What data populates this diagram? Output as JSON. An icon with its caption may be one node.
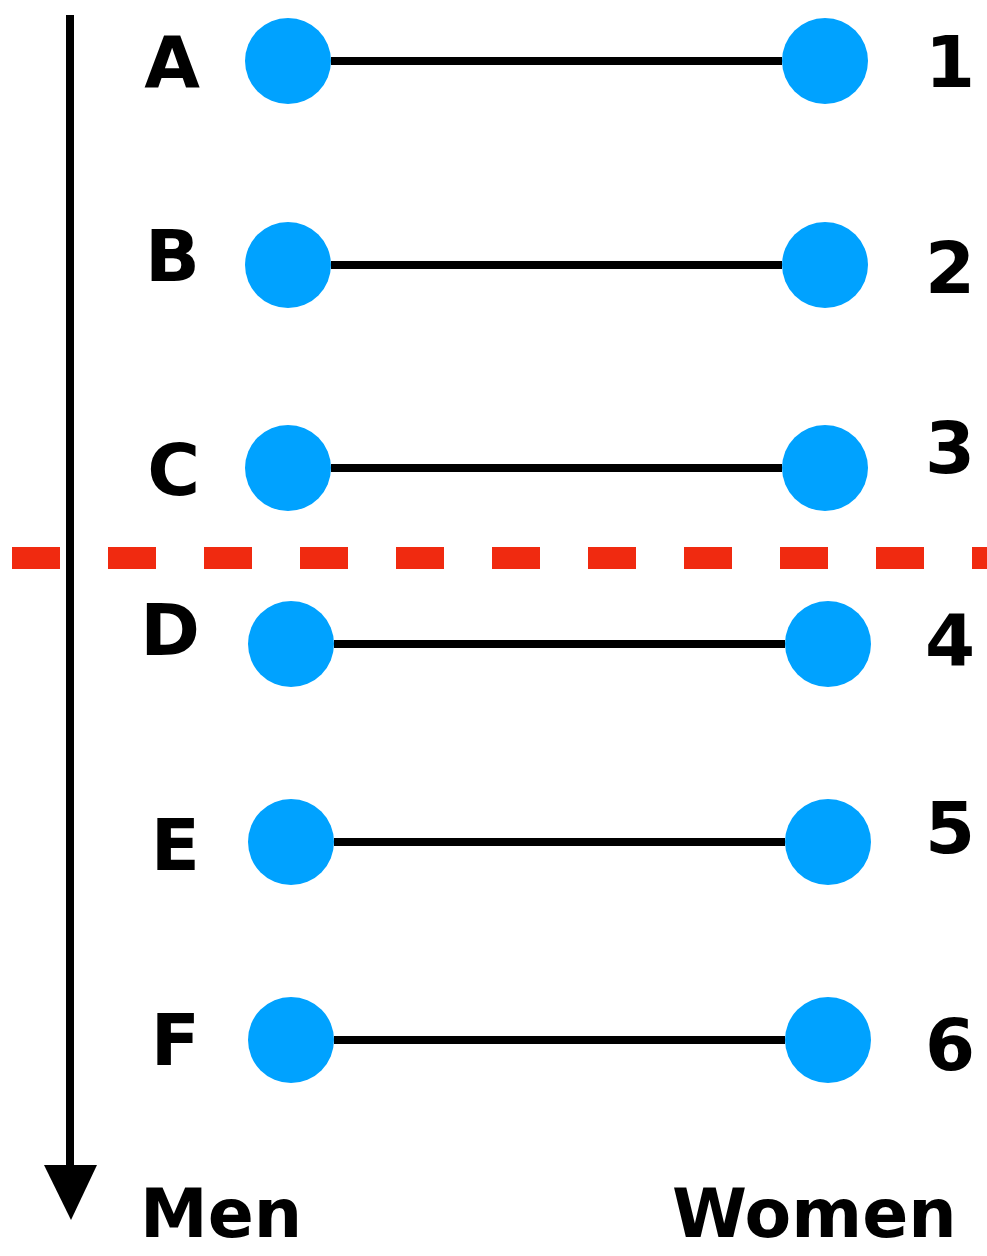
{
  "diagram": {
    "nodes": [
      {
        "text": [],
        "shape": "circle",
        "beside": [
          "A"
        ]
      },
      {
        "text": [],
        "shape": "circle",
        "beside": [
          "1"
        ]
      },
      {
        "text": [],
        "shape": "circle",
        "beside": [
          "B"
        ]
      },
      {
        "text": [],
        "shape": "circle",
        "beside": [
          "2"
        ]
      },
      {
        "text": [],
        "shape": "circle",
        "beside": [
          "C"
        ]
      },
      {
        "text": [],
        "shape": "circle",
        "beside": [
          "3"
        ]
      },
      {
        "text": [],
        "shape": "circle",
        "beside": [
          "D"
        ]
      },
      {
        "text": [],
        "shape": "circle",
        "beside": [
          "4"
        ]
      },
      {
        "text": [],
        "shape": "circle",
        "beside": [
          "E"
        ]
      },
      {
        "text": [],
        "shape": "circle",
        "beside": [
          "5"
        ]
      },
      {
        "text": [],
        "shape": "circle",
        "beside": [
          "F"
        ]
      },
      {
        "text": [],
        "shape": "circle",
        "beside": [
          "6"
        ]
      }
    ],
    "edges": [
      {
        "from": 0,
        "to": 1,
        "arrow": "none"
      },
      {
        "from": 2,
        "to": 3,
        "arrow": "none"
      },
      {
        "from": 4,
        "to": 5,
        "arrow": "none"
      },
      {
        "from": 6,
        "to": 7,
        "arrow": "none"
      },
      {
        "from": 8,
        "to": 9,
        "arrow": "none"
      },
      {
        "from": 10,
        "to": 11,
        "arrow": "none"
      }
    ],
    "labels": [
      "Men",
      "Women"
    ]
  }
}
